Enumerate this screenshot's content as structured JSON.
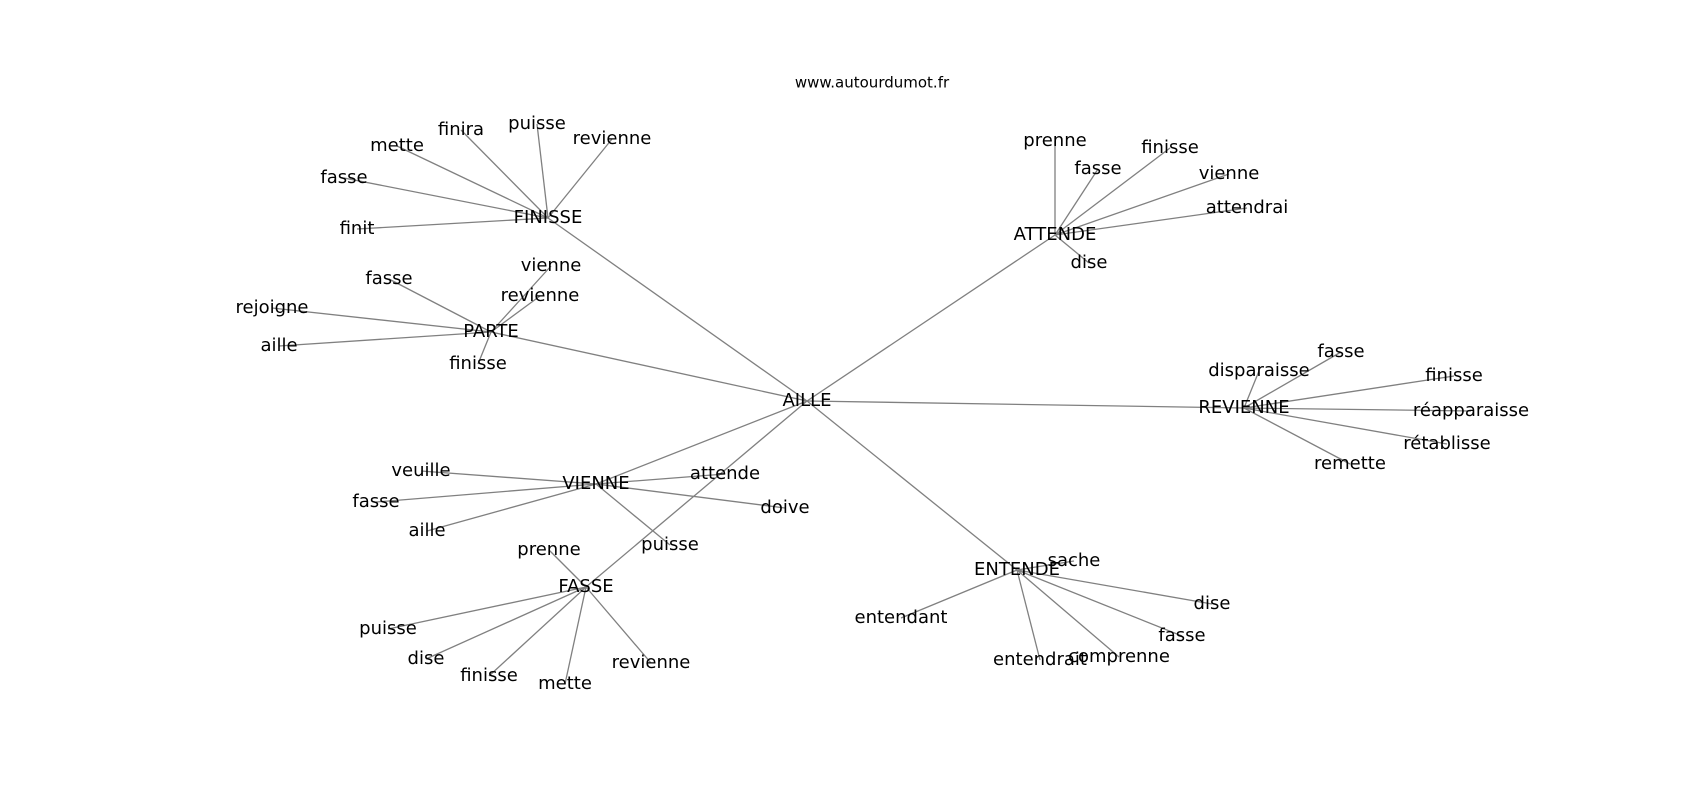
{
  "header": {
    "site": "www.autourdumot.fr"
  },
  "graph": {
    "center": "AILLE",
    "hubs": [
      {
        "label": "FINISSE",
        "leaves": [
          "finit",
          "fasse",
          "mette",
          "finira",
          "puisse",
          "revienne"
        ]
      },
      {
        "label": "PARTE",
        "leaves": [
          "fasse",
          "rejoigne",
          "aille",
          "vienne",
          "revienne",
          "finisse"
        ]
      },
      {
        "label": "ATTENDE",
        "leaves": [
          "prenne",
          "fasse",
          "finisse",
          "vienne",
          "attendrai",
          "dise"
        ]
      },
      {
        "label": "REVIENNE",
        "leaves": [
          "disparaisse",
          "fasse",
          "finisse",
          "réapparaisse",
          "rétablisse",
          "remette"
        ]
      },
      {
        "label": "VIENNE",
        "leaves": [
          "veuille",
          "fasse",
          "aille",
          "attende",
          "doive",
          "puisse"
        ]
      },
      {
        "label": "FASSE",
        "leaves": [
          "prenne",
          "puisse",
          "dise",
          "finisse",
          "mette",
          "revienne"
        ]
      },
      {
        "label": "ENTENDE",
        "leaves": [
          "sache",
          "dise",
          "fasse",
          "comprenne",
          "entendrait",
          "entendant"
        ]
      }
    ]
  }
}
